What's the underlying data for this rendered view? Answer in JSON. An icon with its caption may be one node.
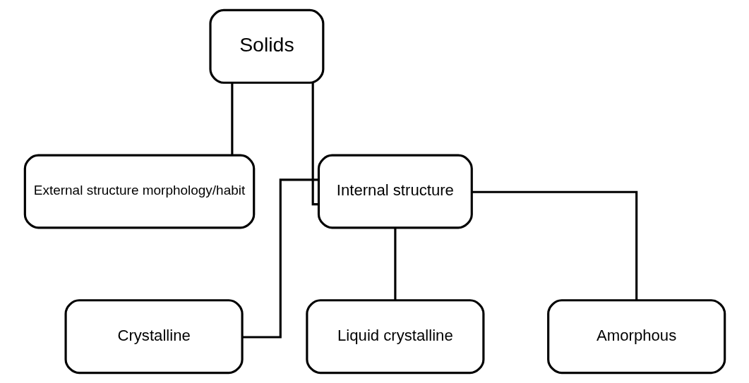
{
  "diagram": {
    "nodes": [
      {
        "text": [
          "Solids"
        ]
      },
      {
        "text": [
          "External structure morphology/habit"
        ]
      },
      {
        "text": [
          "Internal structure"
        ]
      },
      {
        "text": [
          "Crystalline"
        ]
      },
      {
        "text": [
          "Liquid crystalline"
        ]
      },
      {
        "text": [
          "Amorphous"
        ]
      }
    ],
    "edges": [
      {
        "from": 0,
        "to": 1,
        "arrow": "none"
      },
      {
        "from": 0,
        "to": 2,
        "arrow": "none"
      },
      {
        "from": 2,
        "to": 3,
        "arrow": "none"
      },
      {
        "from": 2,
        "to": 4,
        "arrow": "none"
      },
      {
        "from": 2,
        "to": 5,
        "arrow": "none"
      }
    ]
  }
}
